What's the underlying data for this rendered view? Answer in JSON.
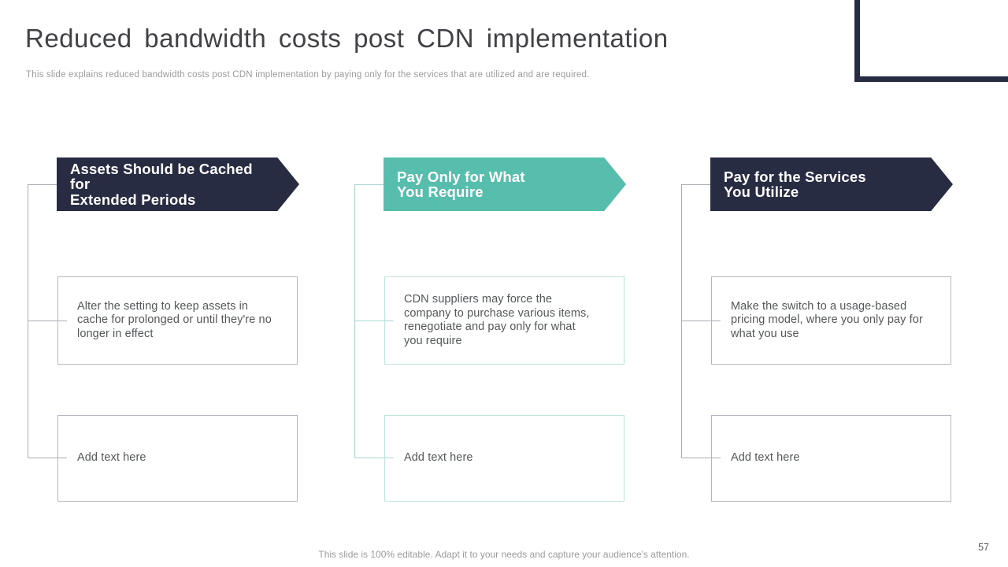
{
  "slide": {
    "title": "Reduced bandwidth costs post CDN implementation",
    "subtitle": "This slide explains reduced bandwidth costs post CDN implementation by paying only for the services that are utilized and are required.",
    "footer": "This slide is 100% editable. Adapt it to your needs and capture your audience's attention.",
    "page_number": "57"
  },
  "theme": {
    "navy": "#282c42",
    "teal": "#57bead",
    "connector_gray": "#abacb6",
    "connector_teal": "#a7d8d1",
    "border_gray": "#b4b5be",
    "border_teal": "#bfe4de",
    "title_color": "#404245",
    "muted_text": "#9b9b9b",
    "body_text": "#53585a"
  },
  "columns": [
    {
      "header": "Assets Should be Cached for\nExtended Periods",
      "body": "Alter the setting to keep assets in\ncache for prolonged or until they're no\nlonger in effect",
      "placeholder": "Add text here"
    },
    {
      "header": "Pay Only for What\nYou Require",
      "body": "CDN suppliers may force the\ncompany to purchase various items,\nrenegotiate and pay only for what\nyou require",
      "placeholder": "Add text here"
    },
    {
      "header": "Pay for the Services\nYou Utilize",
      "body": "Make the switch to a usage-based\npricing model, where you only pay for\nwhat you use",
      "placeholder": "Add text here"
    }
  ]
}
